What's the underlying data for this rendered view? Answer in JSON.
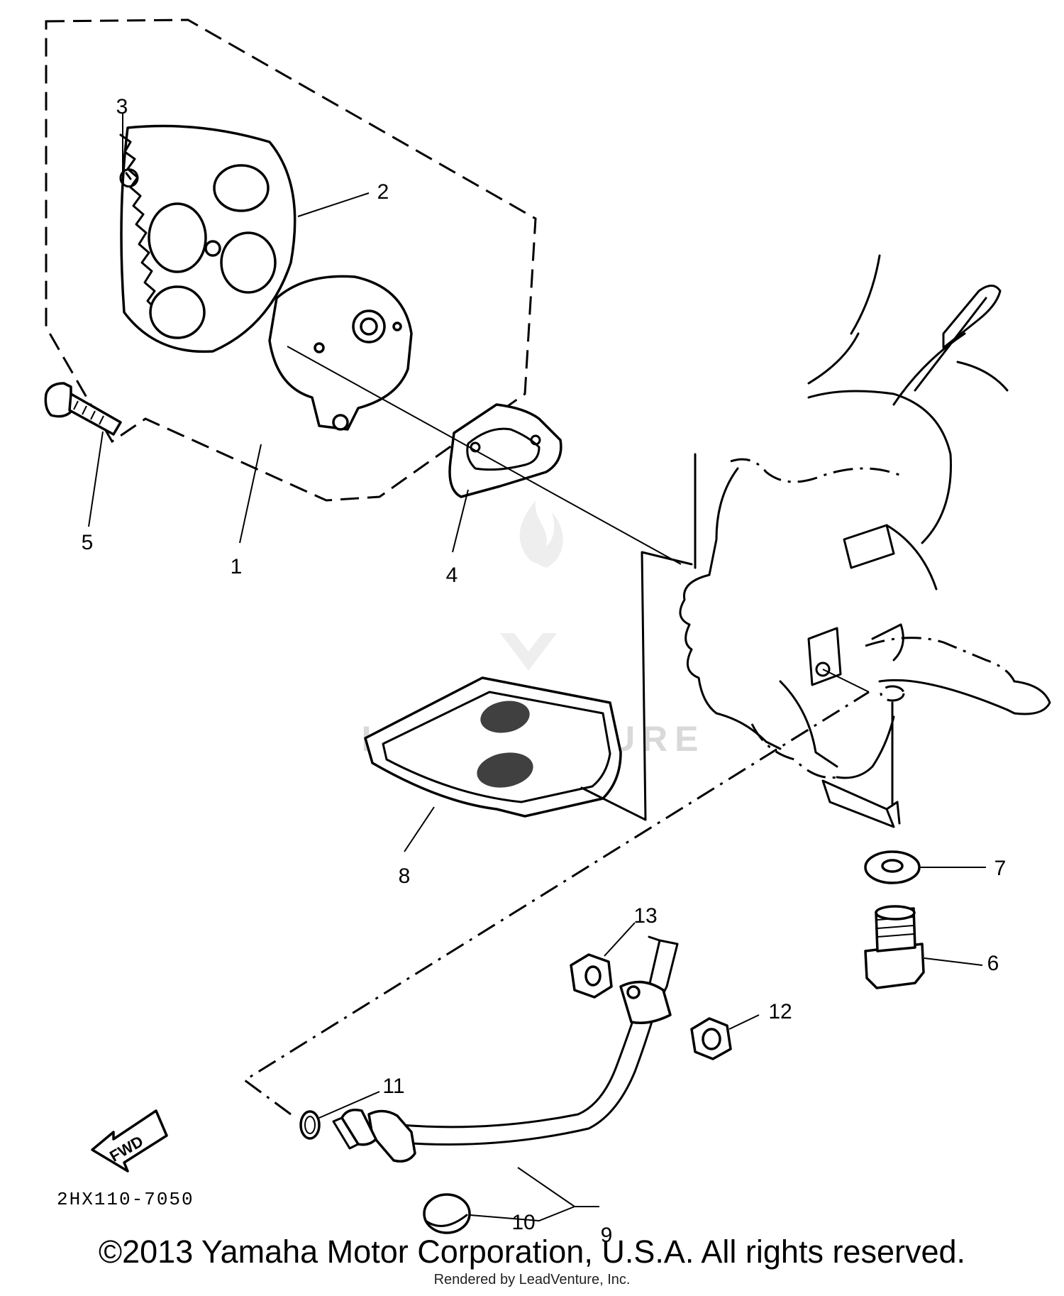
{
  "callouts": {
    "c1": "1",
    "c2": "2",
    "c3": "3",
    "c4": "4",
    "c5": "5",
    "c6": "6",
    "c7": "7",
    "c8": "8",
    "c9": "9",
    "c10": "10",
    "c11": "11",
    "c12": "12",
    "c13": "13"
  },
  "diagram_code": "2HX110-7050",
  "fwd_label": "FWD",
  "watermark": "LEADVENTURE",
  "copyright": "©2013 Yamaha Motor Corporation, U.S.A. All rights reserved.",
  "rendered_by": "Rendered by LeadVenture, Inc."
}
